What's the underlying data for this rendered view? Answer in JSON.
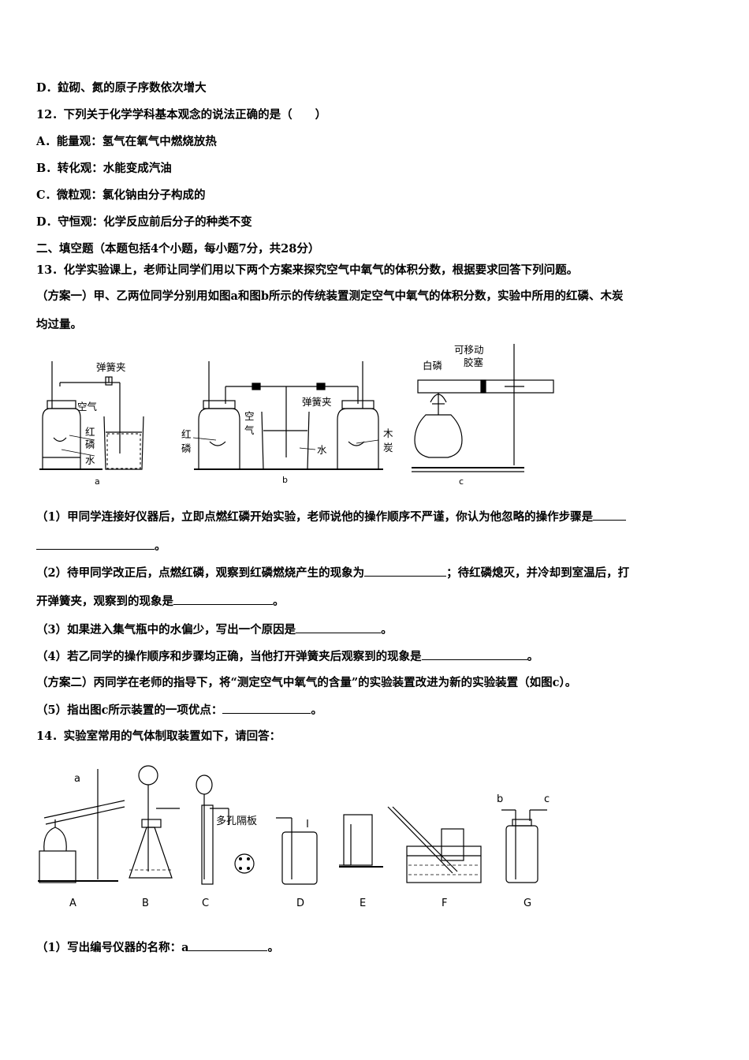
{
  "lines": {
    "l1": "D．鉝砌、氮的原子序数依次增大",
    "q12": "12．下列关于化学学科基本观念的说法正确的是（　　）",
    "q12a": "A．能量观：氢气在氧气中燃烧放热",
    "q12b": "B．转化观：水能变成汽油",
    "q12c": "C．微粒观：氯化钠由分子构成的",
    "q12d": "D．守恒观：化学反应前后分子的种类不变",
    "sec2": "二、填空题（本题包括4个小题，每小题7分，共28分）",
    "q13": "13．化学实验课上，老师让同学们用以下两个方案来探究空气中氧气的体积分数，根据要求回答下列问题。",
    "plan1a": "（方案一）甲、乙两位同学分别用如图a和图b所示的传统装置测定空气中氧气的体积分数，实验中所用的红磷、木炭",
    "plan1b": "均过量。",
    "s1a": "（1）甲同学连接好仪器后，立即点燃红磷开始实验，老师说他的操作顺序不严谨，你认为他忽略的操作步骤是",
    "s1b": "。",
    "s2a": "（2）待甲同学改正后，点燃红磷，观察到红磷燃烧产生的现象为",
    "s2b": "；待红磷熄灭，并冷却到室温后，打",
    "s2c": "开弹簧夹，观察到的现象是",
    "s2d": "。",
    "s3a": "（3）如果进入集气瓶中的水偏少，写出一个原因是",
    "s3b": "。",
    "s4a": "（4）若乙同学的操作顺序和步骤均正确，当他打开弹簧夹后观察到的现象是",
    "s4b": "。",
    "plan2": "（方案二）丙同学在老师的指导下，将“测定空气中氧气的含量”的实验装置改进为新的实验装置（如图c）。",
    "s5a": "（5）指出图c所示装置的一项优点：",
    "s5b": "。",
    "q14": "14．实验室常用的气体制取装置如下，请回答：",
    "q14s1a": "（1）写出编号仪器的名称：a",
    "q14s1b": "。"
  },
  "fig1": {
    "a_spring_clip": "弹簧夹",
    "a_air": "空气",
    "a_red1": "红",
    "a_red2": "磷",
    "a_water": "水",
    "a_cap": "a",
    "b_red1": "红",
    "b_red2": "磷",
    "b_air1": "空",
    "b_air2": "气",
    "b_spring_clip": "弹簧夹",
    "b_water": "水",
    "b_char1": "木",
    "b_char2": "炭",
    "b_cap": "b",
    "c_white_p": "白磷",
    "c_movable1": "可移动",
    "c_movable2": "胶塞",
    "c_cap": "c"
  },
  "fig2": {
    "a_label": "a",
    "porous": "多孔隔板",
    "b_label": "b",
    "c_label": "c",
    "caps": [
      "A",
      "B",
      "C",
      "D",
      "E",
      "F",
      "G"
    ]
  }
}
